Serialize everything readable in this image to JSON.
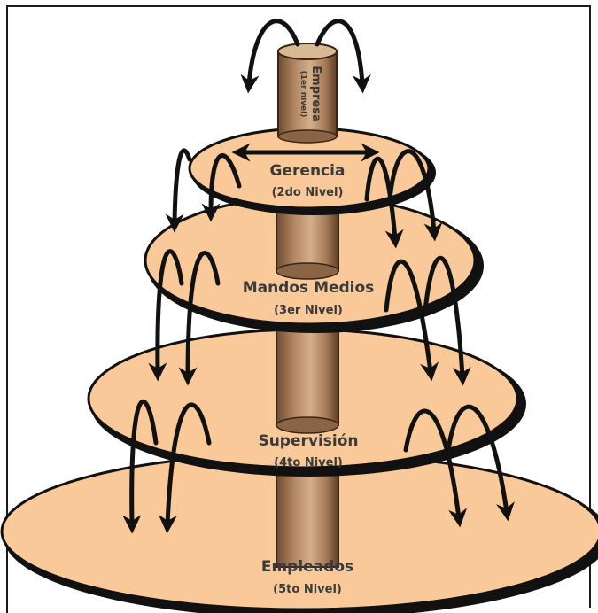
{
  "diagram": {
    "top": {
      "title": "Empresa",
      "subtitle": "(1er nivel)"
    },
    "levels": [
      {
        "title": "Gerencia",
        "subtitle": "(2do Nivel)"
      },
      {
        "title": "Mandos Medios",
        "subtitle": "(3er Nivel)"
      },
      {
        "title": "Supervisión",
        "subtitle": "(4to Nivel)"
      },
      {
        "title": "Empleados",
        "subtitle": "(5to Nivel)"
      }
    ],
    "colors": {
      "disc_fill": "#f9c99a",
      "column_light": "#c9a27e",
      "column_dark": "#7a5638",
      "outline": "#111111"
    }
  }
}
